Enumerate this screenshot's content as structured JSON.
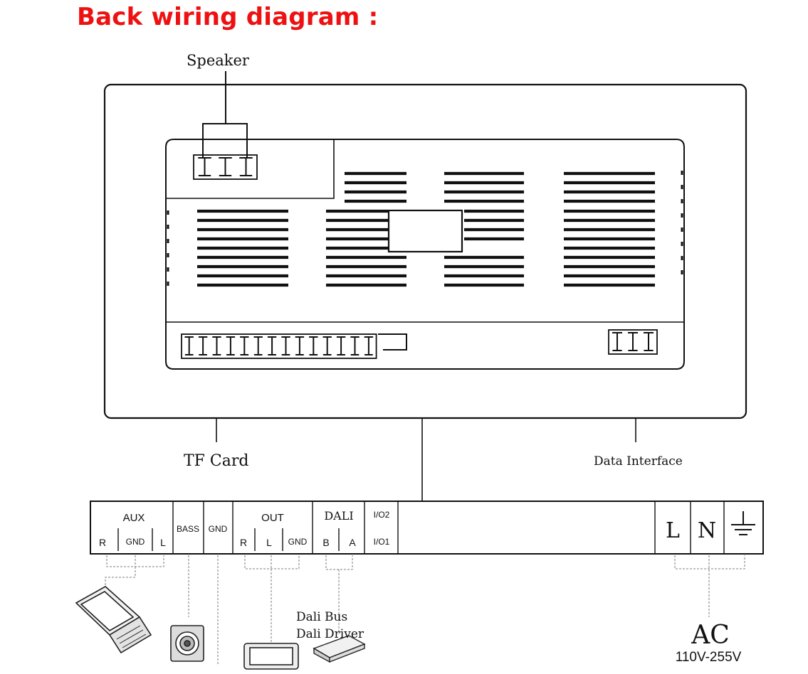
{
  "title": "Back wiring diagram :",
  "device_labels": {
    "speaker": "Speaker",
    "tf_card": "TF Card",
    "data_interface": "Data Interface"
  },
  "terminal_block": {
    "aux": {
      "label": "AUX",
      "pins": [
        "R",
        "GND",
        "L"
      ]
    },
    "bass": "BASS",
    "gnd": "GND",
    "out": {
      "label": "OUT",
      "pins": [
        "R",
        "L",
        "GND"
      ]
    },
    "dali": {
      "label": "DALI",
      "pins": [
        "B",
        "A"
      ]
    },
    "io2": "I/O2",
    "io1": "I/O1",
    "power": [
      "L",
      "N"
    ]
  },
  "connections": {
    "dali_bus": "Dali Bus",
    "dali_driver": "Dali Driver",
    "ac": "AC",
    "ac_range": "110V-255V"
  },
  "icons": [
    "laptop-icon",
    "subwoofer-icon",
    "touch-panel-icon",
    "dali-driver-icon",
    "ground-icon"
  ],
  "colors": {
    "title": "#ee1111",
    "line": "#111111",
    "dashed": "#999999"
  }
}
